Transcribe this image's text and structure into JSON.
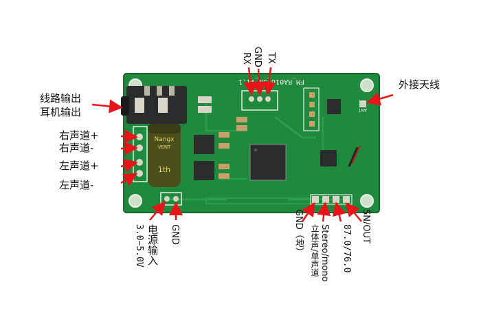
{
  "colors": {
    "board": "#1f8a3e",
    "board_dark": "#17662e",
    "silk": "#e8efe6",
    "arrow": "#e8141a",
    "pad": "#d9d6c8",
    "chip": "#2a2c2e",
    "cap": "#4b4f1c"
  },
  "silkscreen": {
    "board_name": "FM_RA016_SN_V1.1",
    "ant": "ANT",
    "cap_text": "Nangx",
    "cap_text2": "VENT",
    "cap_text3": "1th"
  },
  "labels": {
    "rx": "RX",
    "gnd_top": "GND",
    "tx": "TX",
    "line_out_1": "线路输出",
    "line_out_2": "耳机输出",
    "antenna": "外接天线",
    "right_plus": "右声道+",
    "right_minus": "右声道-",
    "left_plus": "左声道+",
    "left_minus": "左声道-",
    "power_1": "电源输入",
    "power_2": "3.0~5.0V",
    "gnd_bottom": "GND",
    "gnd_ground": "GND（地）",
    "stereo_1": "Stereo/mono",
    "stereo_2": "立体声/单声道",
    "band": "87.0/76.0",
    "sn_out": "SN/OUT"
  }
}
